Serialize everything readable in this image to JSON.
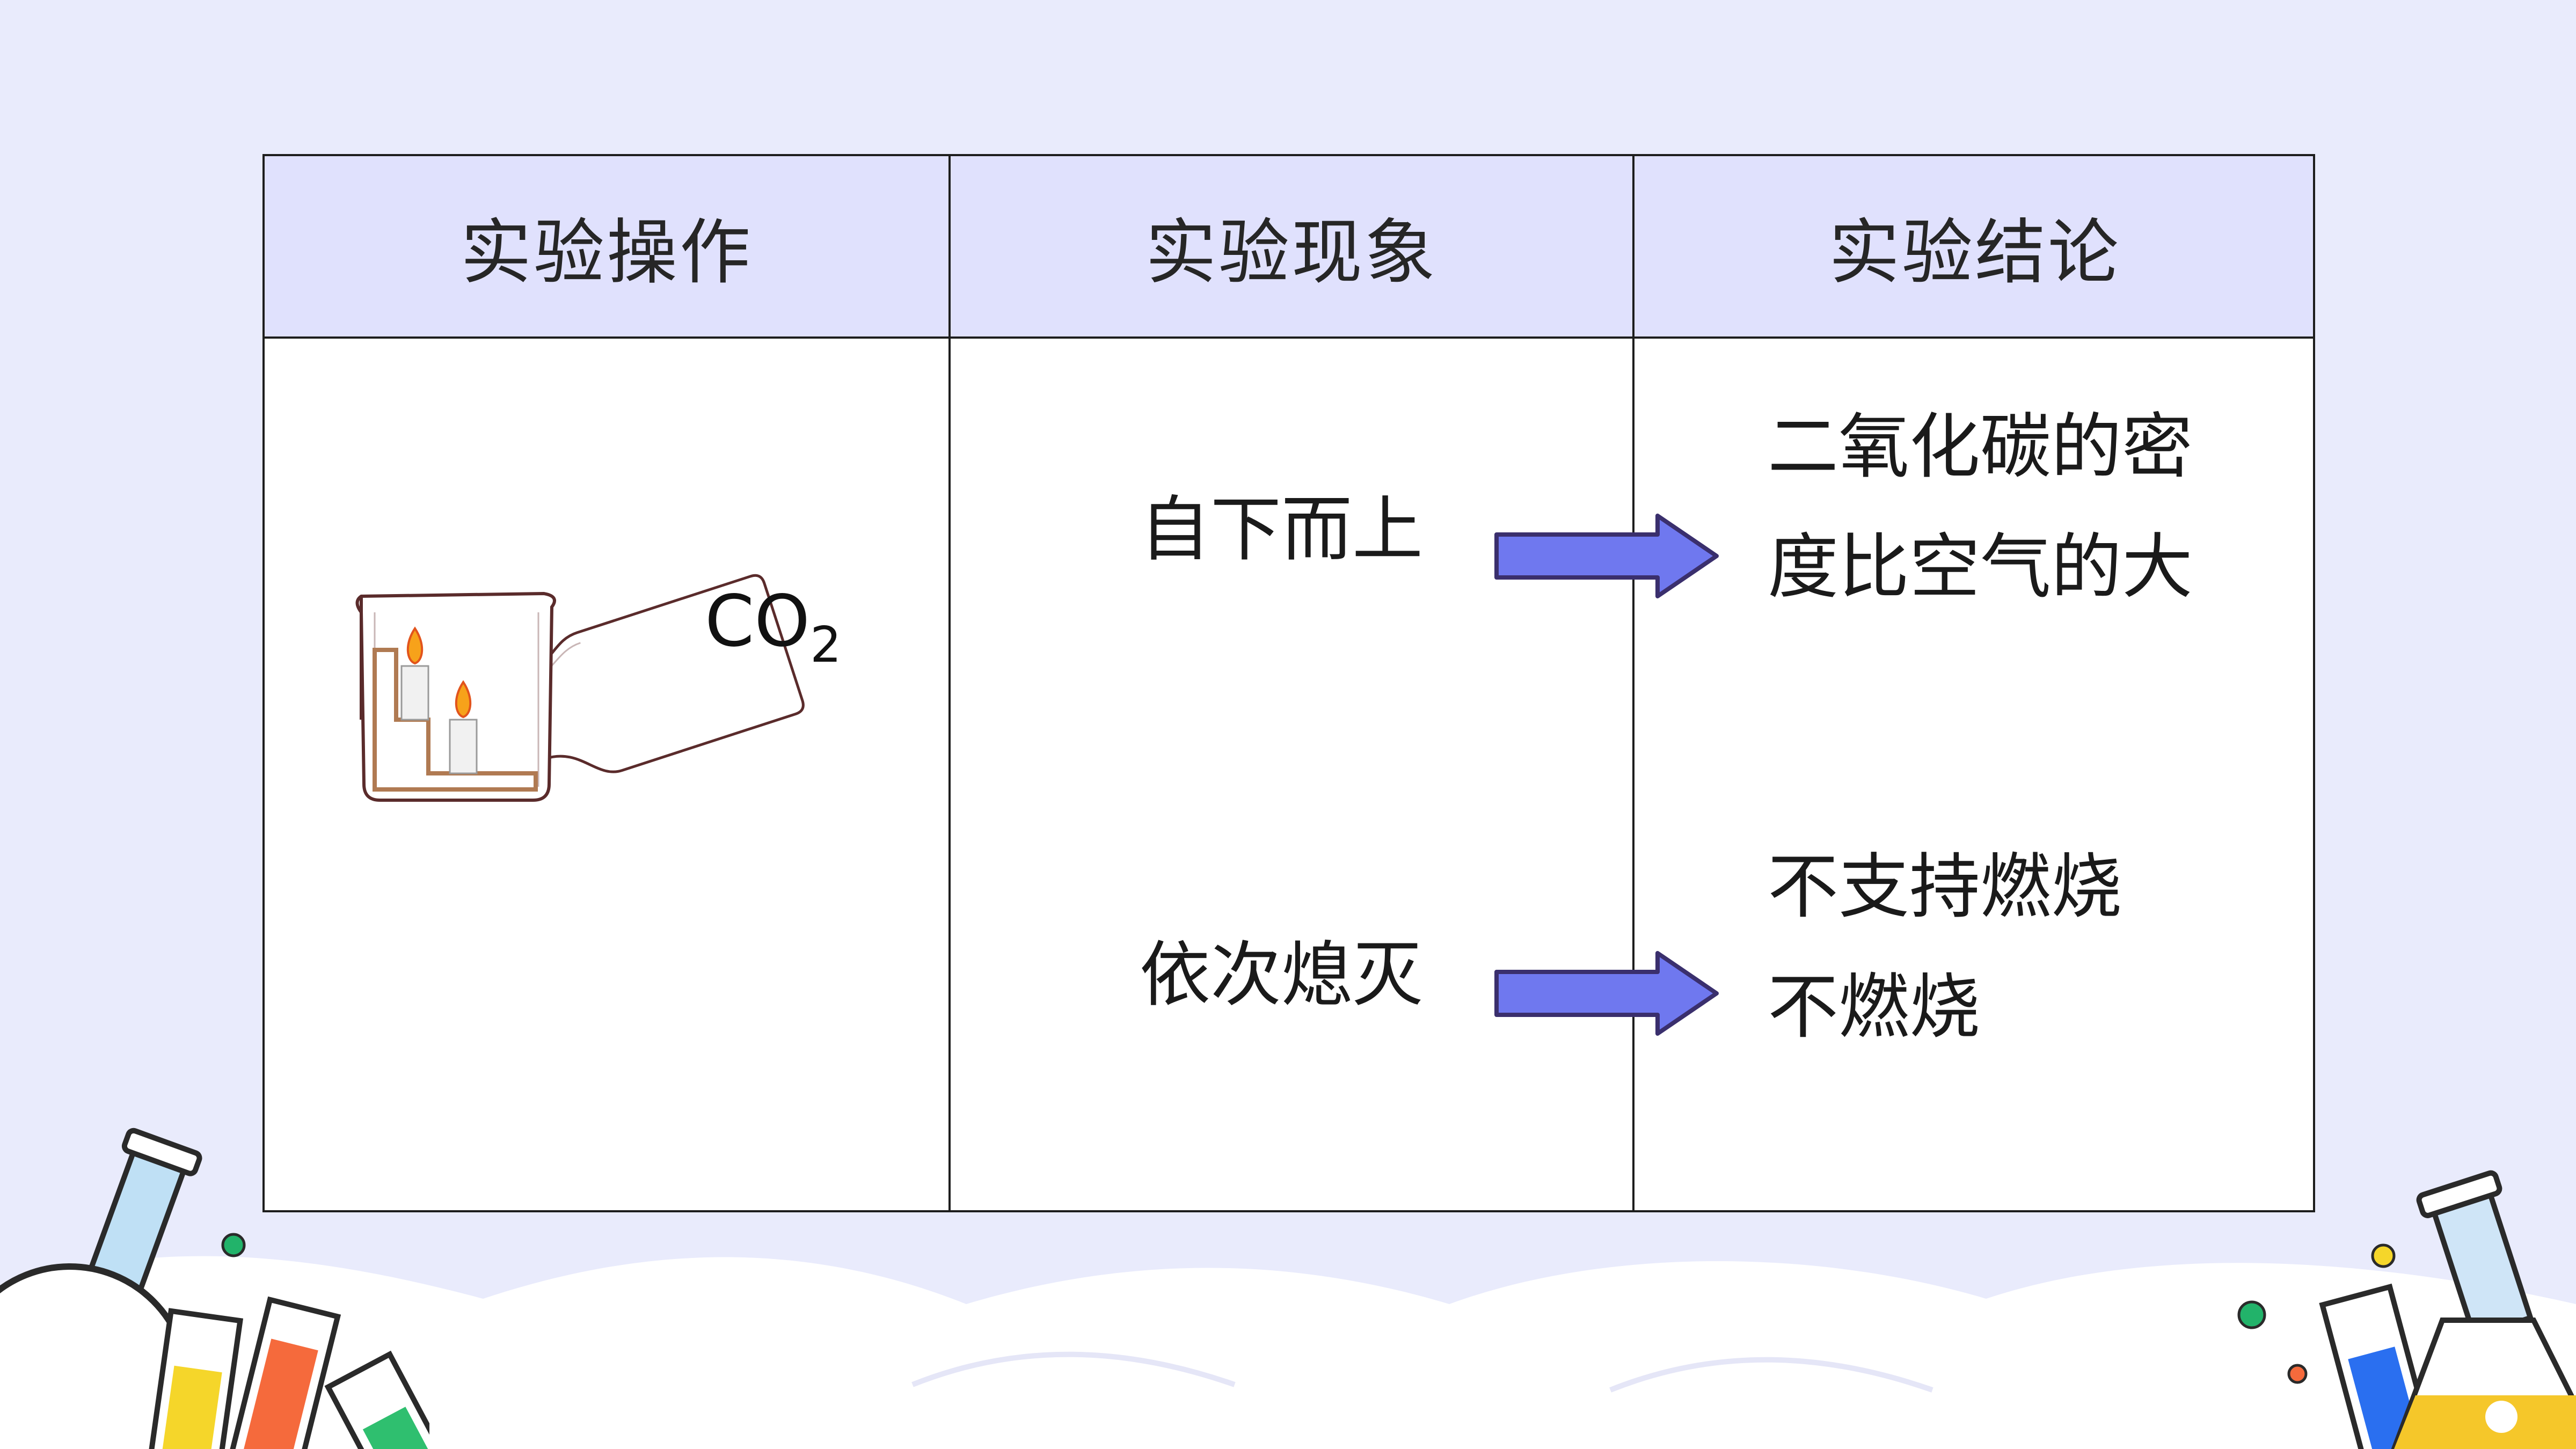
{
  "table": {
    "headers": [
      "实验操作",
      "实验现象",
      "实验结论"
    ],
    "rows": [
      {
        "phenomenon": "自下而上",
        "conclusion_lines": [
          "二氧化碳的密",
          "度比空气的大"
        ]
      },
      {
        "phenomenon": "依次熄灭",
        "conclusion_lines": [
          "不支持燃烧",
          "不燃烧"
        ]
      }
    ]
  },
  "illustration": {
    "bottle_label": "CO",
    "bottle_label_sub": "2"
  },
  "colors": {
    "background": "#e9ebfc",
    "header_fill": "#e0e1fd",
    "arrow_fill": "#6f78ef",
    "arrow_stroke": "#3a2f6d"
  }
}
